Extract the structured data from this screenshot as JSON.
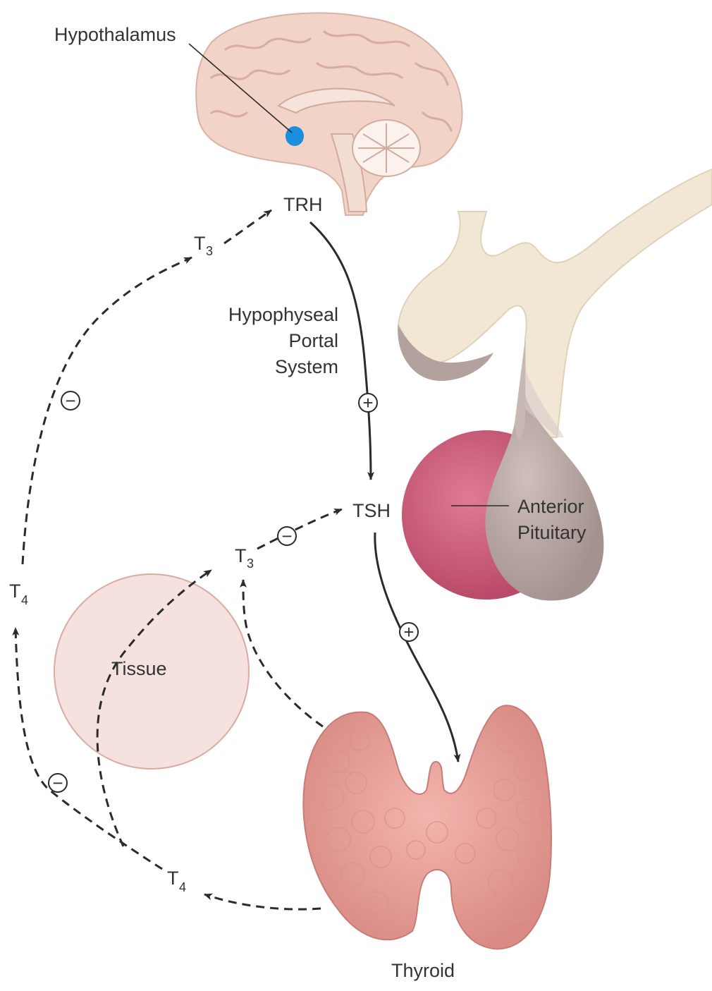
{
  "labels": {
    "hypothalamus": "Hypothalamus",
    "trh": "TRH",
    "portal_line1": "Hypophyseal",
    "portal_line2": "Portal",
    "portal_line3": "System",
    "tsh": "TSH",
    "anterior_line1": "Anterior",
    "anterior_line2": "Pituitary",
    "tissue": "Tissue",
    "thyroid": "Thyroid"
  },
  "hormones": {
    "t3_letter": "T",
    "t3_sub": "3",
    "t4_letter": "T",
    "t4_sub": "4"
  },
  "signs": {
    "plus": "+",
    "minus": "−"
  },
  "colors": {
    "arrow": "#2b2b2b",
    "brain": "#f1d3c7",
    "hypothalamus_highlight": "#1a8fe0",
    "pituitary_stalk": "#f1e7d4",
    "posterior_pituitary": "#b8aaa7",
    "anterior_pituitary": "#c85a79",
    "tissue": "#f5e2df",
    "thyroid": "#e8a39c"
  }
}
